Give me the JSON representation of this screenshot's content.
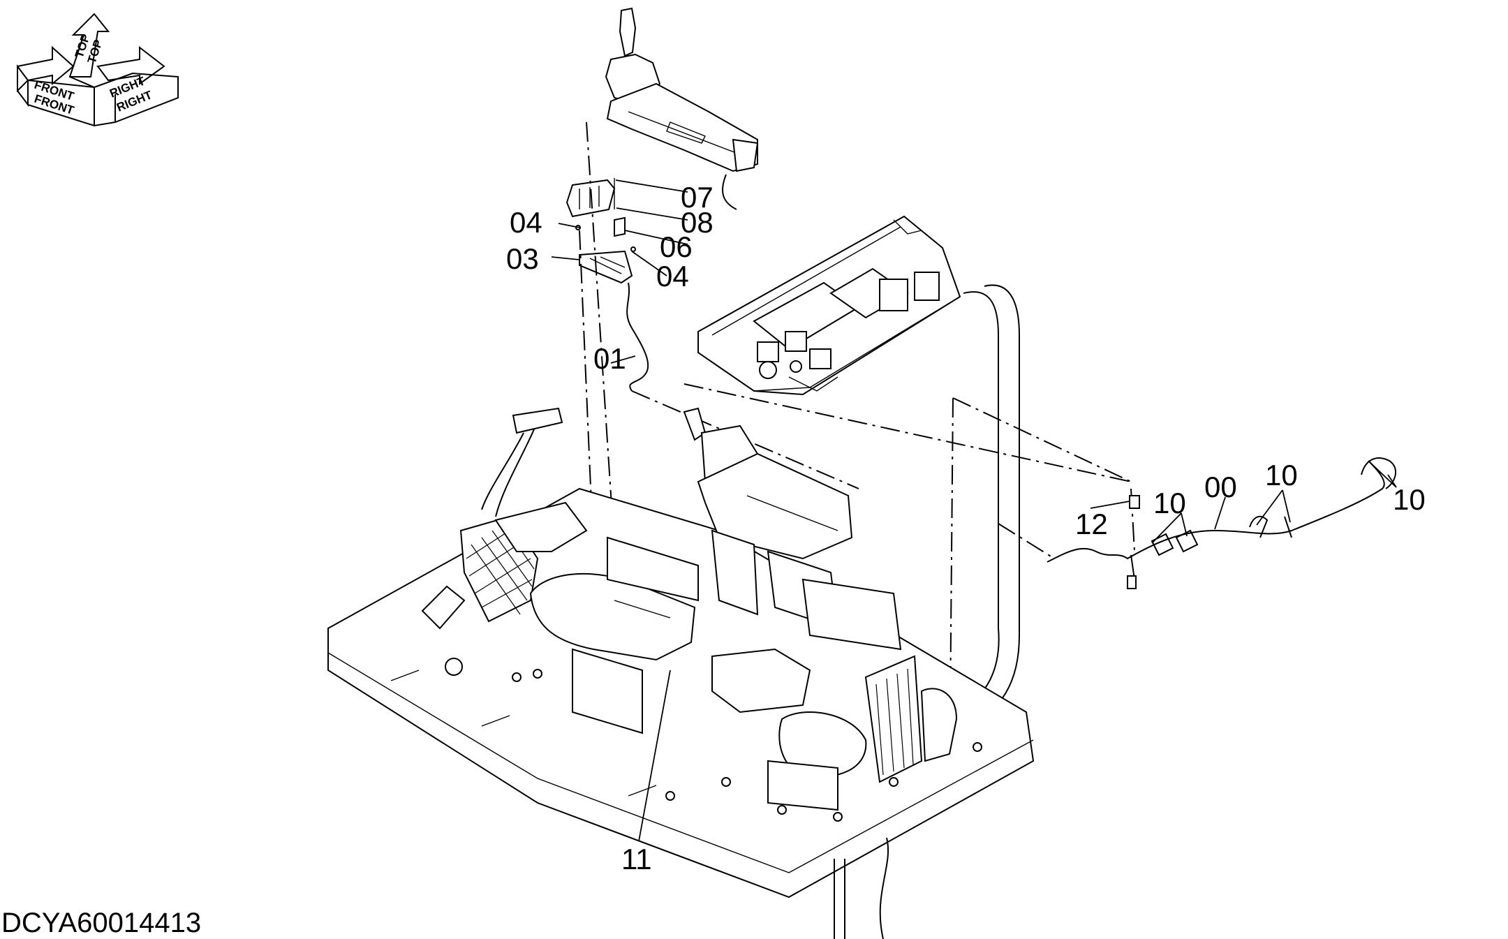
{
  "drawing_code": "DCYA60014413",
  "orientation": {
    "front": "FRONT",
    "front_mirrored": "FRONT",
    "top": "TOP",
    "top_mirrored": "TOP",
    "right": "RIGHT",
    "right_mirrored": "RIGHT"
  },
  "callouts": {
    "c00": "00",
    "c01": "01",
    "c03": "03",
    "c04a": "04",
    "c04b": "04",
    "c06": "06",
    "c07": "07",
    "c08": "08",
    "c10a": "10",
    "c10b": "10",
    "c10c": "10",
    "c11": "11",
    "c12": "12"
  }
}
